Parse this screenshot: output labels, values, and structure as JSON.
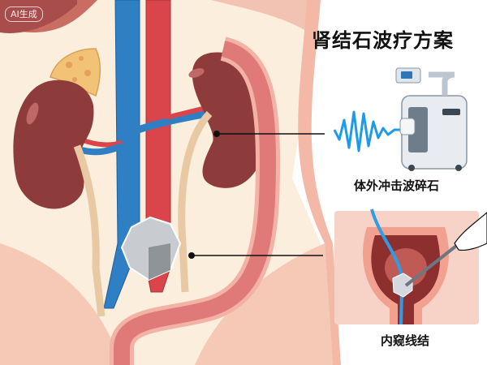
{
  "watermark": {
    "text": "AI生成"
  },
  "title": "肾结石波疗方案",
  "treatments": [
    {
      "label": "体外冲击波碎石",
      "icon": "lithotripsy-machine-icon"
    },
    {
      "label": "内窥线结",
      "icon": "endoscopic-ureter-icon"
    }
  ],
  "colors": {
    "background": "#fbeedd",
    "kidney": "#8e3b3b",
    "vein": "#2f7fc4",
    "artery": "#d9454a",
    "ureter": "#e9c9a3",
    "colon": "#e07a78",
    "stone": "#c8cbcf",
    "shockwave": "#1e9be8",
    "pointer_line": "#111111"
  }
}
